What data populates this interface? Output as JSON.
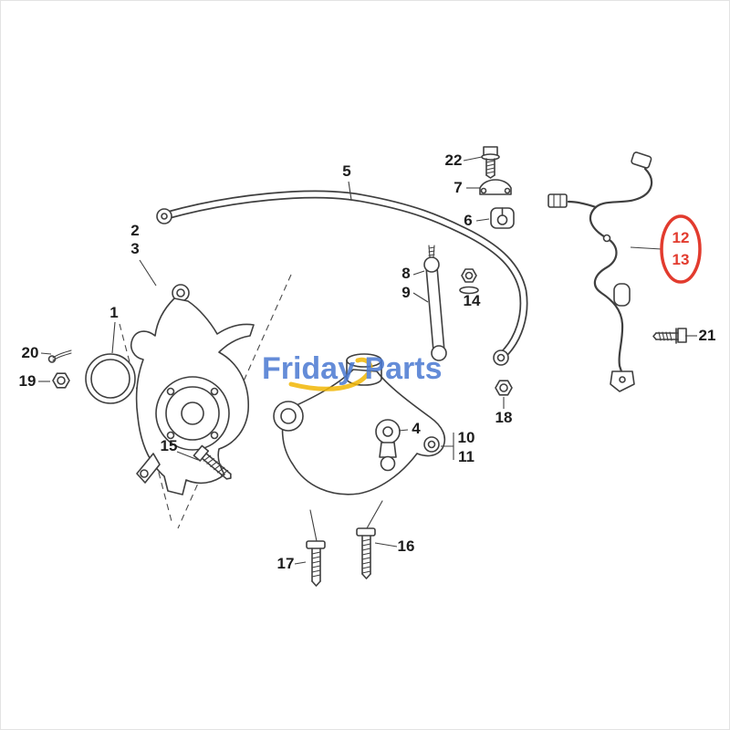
{
  "diagram": {
    "kind": "exploded-parts-diagram",
    "ink_color": "#3f3f3f",
    "watermark": {
      "word1": "Friday",
      "word2": "Parts",
      "text_color": "#4a79d2",
      "accent_color": "#f2b705"
    },
    "highlight": {
      "shape": "ellipse",
      "color": "#e23b2e",
      "highlighted_labels": [
        "12",
        "13"
      ]
    },
    "labels": [
      {
        "text": "1"
      },
      {
        "text": "2"
      },
      {
        "text": "3"
      },
      {
        "text": "4"
      },
      {
        "text": "5"
      },
      {
        "text": "6"
      },
      {
        "text": "7"
      },
      {
        "text": "8"
      },
      {
        "text": "9"
      },
      {
        "text": "10"
      },
      {
        "text": "11"
      },
      {
        "text": "12"
      },
      {
        "text": "13"
      },
      {
        "text": "14"
      },
      {
        "text": "15"
      },
      {
        "text": "16"
      },
      {
        "text": "17"
      },
      {
        "text": "18"
      },
      {
        "text": "19"
      },
      {
        "text": "20"
      },
      {
        "text": "21"
      },
      {
        "text": "22"
      }
    ]
  }
}
